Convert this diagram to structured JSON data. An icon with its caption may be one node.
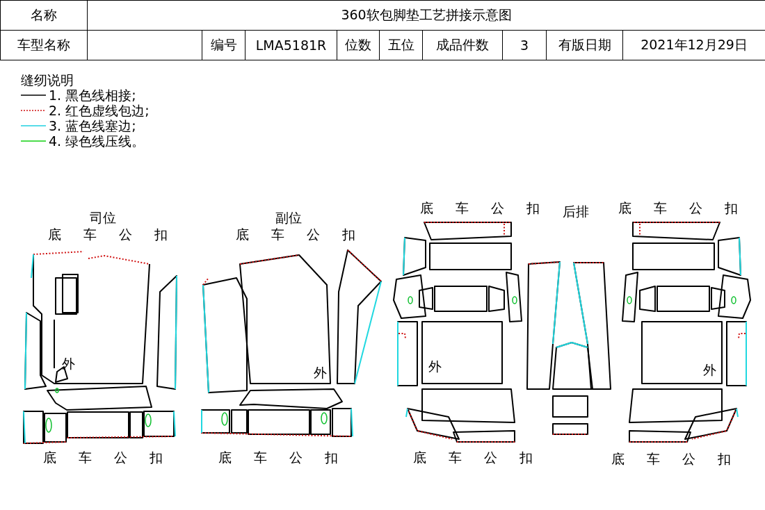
{
  "diagram": {
    "labels": [
      "名称",
      "360软包脚垫工艺拼接示意图",
      "车型名称",
      "编号",
      "LMA5181R",
      "位数",
      "五位",
      "成品件数",
      "3",
      "有版日期",
      "2021年12月29日",
      "缝纫说明",
      "底 车 公 扣",
      "后排",
      "底 车 公 扣",
      "司位",
      "副位",
      "底 车 公 扣",
      "底 车 公 扣",
      "外",
      "外",
      "外",
      "外",
      "底 车 公 扣",
      "底 车 公 扣",
      "底 车 公 扣",
      "底 车 公 扣"
    ],
    "legend": [
      {
        "text": "1. 黑色线相接;"
      },
      {
        "text": "2. 红色虚线包边;"
      },
      {
        "text": "3. 蓝色线塞边;"
      },
      {
        "text": "4. 绿色线压线。"
      }
    ]
  }
}
